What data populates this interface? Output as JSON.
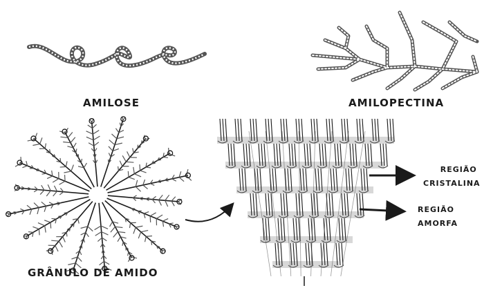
{
  "labels": {
    "amilose": "AMILOSE",
    "amilopectina": "AMILOPECTINA",
    "granulo": "GRÂNULO DE AMIDO",
    "regiao_cristalina_1": "REGIÃO",
    "regiao_cristalina_2": "CRISTALINA",
    "regiao_amorfa_1": "REGIÃO",
    "regiao_amorfa_2": "AMORFA"
  },
  "colors": {
    "ink": "#1a1a1a",
    "chain": "#555555",
    "shade": "#c8c8c8"
  }
}
